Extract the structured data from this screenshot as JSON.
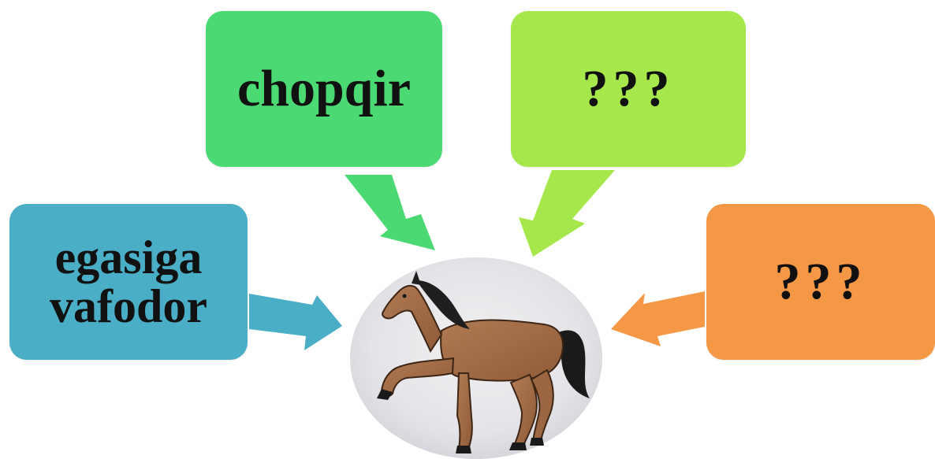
{
  "center": {
    "image": "horse-illustration"
  },
  "boxes": [
    {
      "id": "left",
      "text": "egasiga vafodor",
      "color": "#4aaec7"
    },
    {
      "id": "top-left",
      "text": "chopqir",
      "color": "#4ad972"
    },
    {
      "id": "top-right",
      "text": "???",
      "color": "#a6e84b"
    },
    {
      "id": "right",
      "text": "???",
      "color": "#f59846"
    }
  ]
}
